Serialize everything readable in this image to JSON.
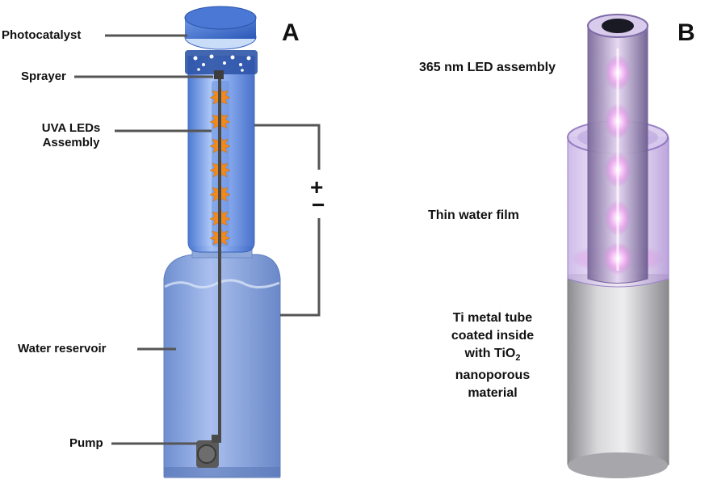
{
  "panel_a": {
    "letter": "A",
    "labels": {
      "photocatalyst": "Photocatalyst",
      "sprayer": "Sprayer",
      "uva_leds_line1": "UVA LEDs",
      "uva_leds_line2": "Assembly",
      "plus": "+",
      "minus": "−",
      "water_reservoir": "Water reservoir",
      "pump": "Pump"
    }
  },
  "panel_b": {
    "letter": "B",
    "labels": {
      "led_assembly": "365 nm LED assembly",
      "water_film": "Thin water film",
      "tube_line1": "Ti metal tube",
      "tube_line2": "coated inside",
      "tube_line3_prefix": "with TiO",
      "tube_line3_sub": "2",
      "tube_line4": "nanoporous",
      "tube_line5": "material"
    }
  },
  "colors": {
    "tube_blue": "#5b8de0",
    "reservoir_blue": "#7f9fd6",
    "led_orange": "#f08a1c",
    "wire_gray": "#555555",
    "ti_gray": "#b8b8bc",
    "glow_pink": "#e7a6e8"
  }
}
